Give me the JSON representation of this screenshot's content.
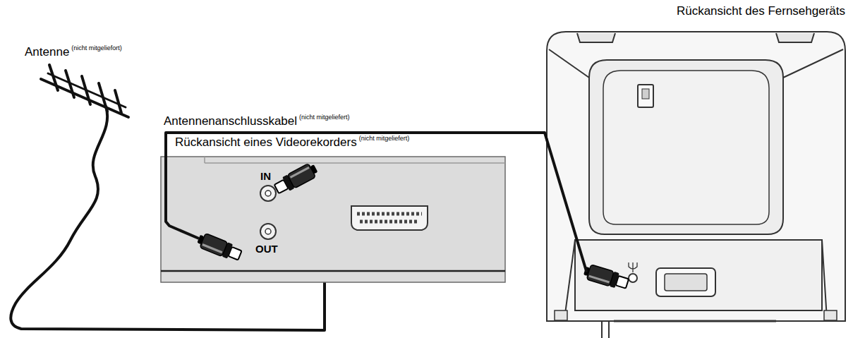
{
  "diagram": {
    "nodes": [
      {
        "text": [
          "Rückansicht des Fernsehgeräts"
        ]
      },
      {
        "text": [
          "Rückansicht eines Videorekorders",
          "(nicht mitgeliefert)",
          "IN",
          "OUT"
        ]
      }
    ],
    "edges": [
      {
        "from": 1,
        "to": 0,
        "arrow": "none"
      }
    ],
    "labels": [
      "Antenne",
      "(nicht mitgeliefort)",
      "Antennenanschlusskabel",
      "(nicht mitgeliefert)"
    ]
  }
}
